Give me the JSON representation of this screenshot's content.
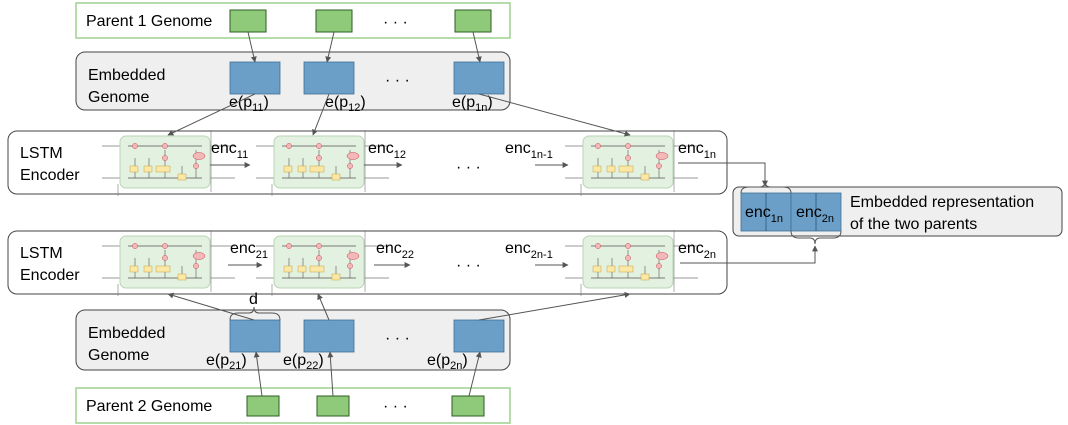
{
  "parent1": {
    "title": "Parent 1 Genome",
    "ellipsis": "· · ·"
  },
  "embedded_top": {
    "title_line1": "Embedded",
    "title_line2": "Genome",
    "ellipsis": "· · ·",
    "labels": [
      {
        "base": "e(p",
        "sub": "11",
        "close": ")"
      },
      {
        "base": "e(p",
        "sub": "12",
        "close": ")"
      },
      {
        "base": "e(p",
        "sub": "1n",
        "close": ")"
      }
    ]
  },
  "lstm_top": {
    "title_line1": "LSTM",
    "title_line2": "Encoder",
    "ellipsis": "· · ·",
    "encs": [
      {
        "base": "enc",
        "sub": "11"
      },
      {
        "base": "enc",
        "sub": "12"
      },
      {
        "base": "enc",
        "sub": "1n-1"
      },
      {
        "base": "enc",
        "sub": "1n"
      }
    ]
  },
  "combined": {
    "cells": [
      {
        "base": "enc",
        "sub": "1n"
      },
      {
        "base": "enc",
        "sub": "2n"
      }
    ],
    "caption_line1": "Embedded representation",
    "caption_line2": "of the two parents"
  },
  "lstm_bottom": {
    "title_line1": "LSTM",
    "title_line2": "Encoder",
    "ellipsis": "· · ·",
    "encs": [
      {
        "base": "enc",
        "sub": "21"
      },
      {
        "base": "enc",
        "sub": "22"
      },
      {
        "base": "enc",
        "sub": "2n-1"
      },
      {
        "base": "enc",
        "sub": "2n"
      }
    ]
  },
  "embedded_bottom": {
    "title_line1": "Embedded",
    "title_line2": "Genome",
    "ellipsis": "· · ·",
    "dim_label": "d",
    "labels": [
      {
        "base": "e(p",
        "sub": "21",
        "close": ")"
      },
      {
        "base": "e(p",
        "sub": "22",
        "close": ")"
      },
      {
        "base": "e(p",
        "sub": "2n",
        "close": ")"
      }
    ]
  },
  "parent2": {
    "title": "Parent 2 Genome",
    "ellipsis": "· · ·"
  }
}
